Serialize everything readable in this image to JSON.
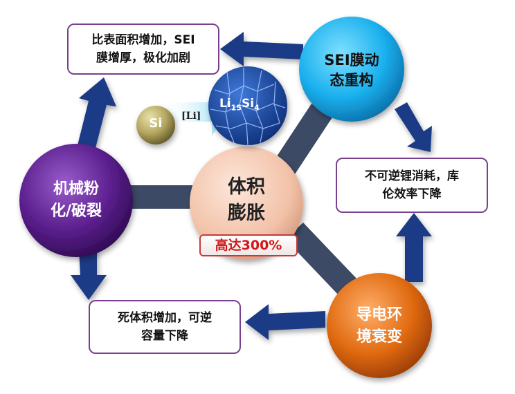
{
  "center": {
    "line1": "体积",
    "line2": "膨胀",
    "badge": "高达300%"
  },
  "nodes": {
    "sei_restructure": {
      "line1": "SEI膜动",
      "line2": "态重构"
    },
    "fracture": {
      "line1": "机械粉",
      "line2": "化/破裂"
    },
    "conductive_decay": {
      "line1": "导电环",
      "line2": "境衰变"
    }
  },
  "boxes": {
    "sei_thickening": {
      "line1": "比表面积增加，SEI",
      "line2": "膜增厚，极化加剧"
    },
    "irreversible_li": {
      "line1": "不可逆锂消耗，库",
      "line2": "伦效率下降"
    },
    "dead_volume": {
      "line1": "死体积增加，可逆",
      "line2": "容量下降"
    }
  },
  "reaction": {
    "reactant": "Si",
    "arrow_label": "[Li]",
    "product": "Li",
    "product_sub1": "15",
    "product_si": "Si",
    "product_sub2": "4"
  },
  "colors": {
    "center": "#f2c7b0",
    "sei_node": "#1ab0ee",
    "fracture_node": "#5a1e8c",
    "conductive_node": "#e06a10",
    "box_border": "#7a3f8e",
    "arrow": "#1c3a86",
    "connector": "#3c4a66",
    "badge_text": "#d01818"
  }
}
